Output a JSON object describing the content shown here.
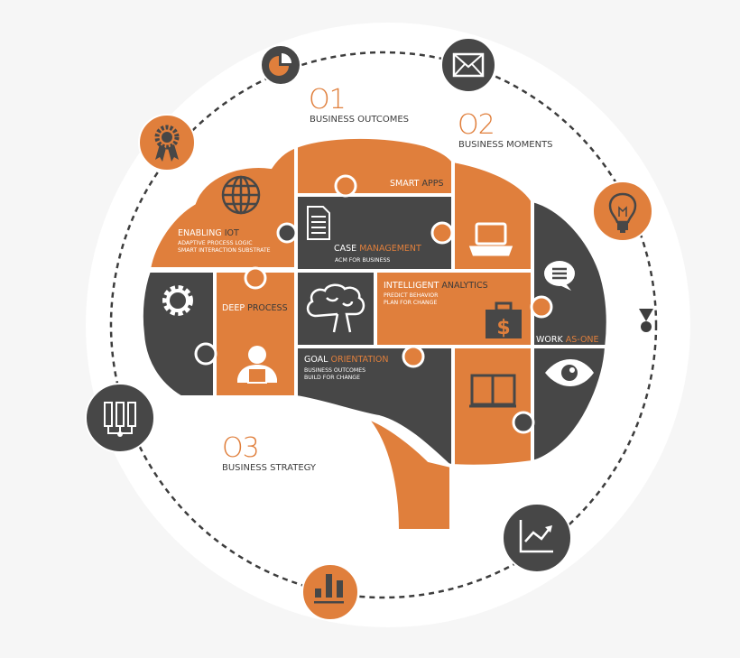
{
  "colors": {
    "background": "#f6f6f6",
    "circle": "#ffffff",
    "orange": "#e07f3c",
    "dark": "#474747",
    "dashed_ring": "#3d3d3d"
  },
  "steps": [
    {
      "number": "O1",
      "label": "BUSINESS OUTCOMES"
    },
    {
      "number": "O2",
      "label": "BUSINESS MOMENTS"
    },
    {
      "number": "O3",
      "label": "BUSINESS STRATEGY"
    }
  ],
  "pieces": {
    "enabling_iot": {
      "title_a": "ENABLING",
      "title_b": "IOT",
      "sub1": "ADAPTIVE PROCESS LOGIC",
      "sub2": "SMART INTERACTION SUBSTRATE",
      "icon": "globe-icon"
    },
    "smart_apps": {
      "title_a": "SMART",
      "title_b": "APPS"
    },
    "case_management": {
      "title_a": "CASE",
      "title_b": "MANAGEMENT",
      "sub1": "ACM FOR BUSINESS",
      "icon": "document-icon"
    },
    "laptop": {
      "icon": "laptop-icon"
    },
    "deep_process": {
      "title_a": "DEEP",
      "title_b": "PROCESS",
      "icon": "reader-icon"
    },
    "gear": {
      "icon": "gear-icon"
    },
    "brain": {
      "icon": "brain-icon"
    },
    "intelligent_analytics": {
      "title_a": "INTELLIGENT",
      "title_b": "ANALYTICS",
      "sub1": "PREDICT BEHAVIOR",
      "sub2": "PLAN FOR CHANGE",
      "icon": "money-bag-icon"
    },
    "work_as_one": {
      "title_a": "WORK",
      "title_b": "AS-ONE",
      "icon": "chat-bubble-icon"
    },
    "goal_orientation": {
      "title_a": "GOAL",
      "title_b": "ORIENTATION",
      "sub1": "BUSINESS OUTCOMES",
      "sub2": "BUILD FOR CHANGE"
    },
    "book": {
      "icon": "book-icon"
    },
    "eye": {
      "icon": "eye-icon"
    }
  },
  "ring_icons": [
    {
      "name": "pie-chart-icon",
      "style": "dark"
    },
    {
      "name": "envelope-icon",
      "style": "dark"
    },
    {
      "name": "award-ribbon-icon",
      "style": "orange"
    },
    {
      "name": "lightbulb-icon",
      "style": "orange"
    },
    {
      "name": "binders-icon",
      "style": "dark"
    },
    {
      "name": "trend-chart-icon",
      "style": "dark"
    },
    {
      "name": "bar-chart-icon",
      "style": "orange"
    }
  ]
}
